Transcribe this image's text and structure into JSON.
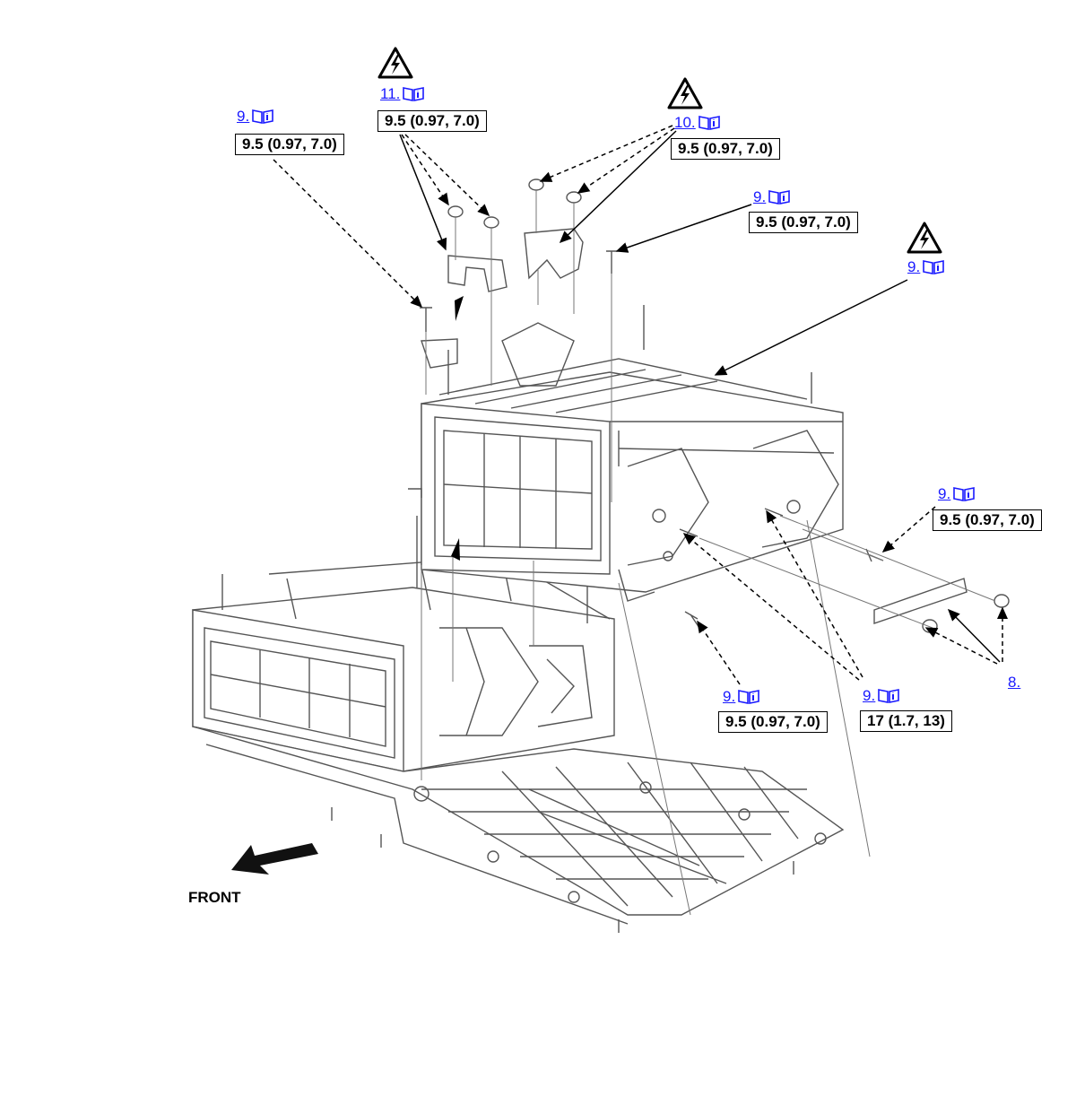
{
  "callouts": [
    {
      "id": "c1",
      "step": "9.",
      "torque": "9.5 (0.97, 7.0)",
      "warning": false
    },
    {
      "id": "c2",
      "step": "11.",
      "torque": "9.5 (0.97, 7.0)",
      "warning": true
    },
    {
      "id": "c3",
      "step": "10.",
      "torque": "9.5 (0.97, 7.0)",
      "warning": true
    },
    {
      "id": "c4",
      "step": "9.",
      "torque": "9.5 (0.97, 7.0)",
      "warning": false
    },
    {
      "id": "c5",
      "step": "9.",
      "torque": "",
      "warning": true
    },
    {
      "id": "c6",
      "step": "9.",
      "torque": "9.5 (0.97, 7.0)",
      "warning": false
    },
    {
      "id": "c7",
      "step": "9.",
      "torque": "9.5 (0.97, 7.0)",
      "warning": false
    },
    {
      "id": "c8",
      "step": "9.",
      "torque": "17 (1.7, 13)",
      "warning": false
    },
    {
      "id": "c9",
      "step": "8.",
      "torque": "",
      "warning": false
    }
  ],
  "front_label": "FRONT",
  "colors": {
    "link": "#1a1aff",
    "line": "#000000",
    "part": "#555555"
  },
  "icons": {
    "warning": "high-voltage-warning-icon",
    "manual": "repair-manual-book-icon",
    "arrow": "front-direction-arrow-icon"
  }
}
